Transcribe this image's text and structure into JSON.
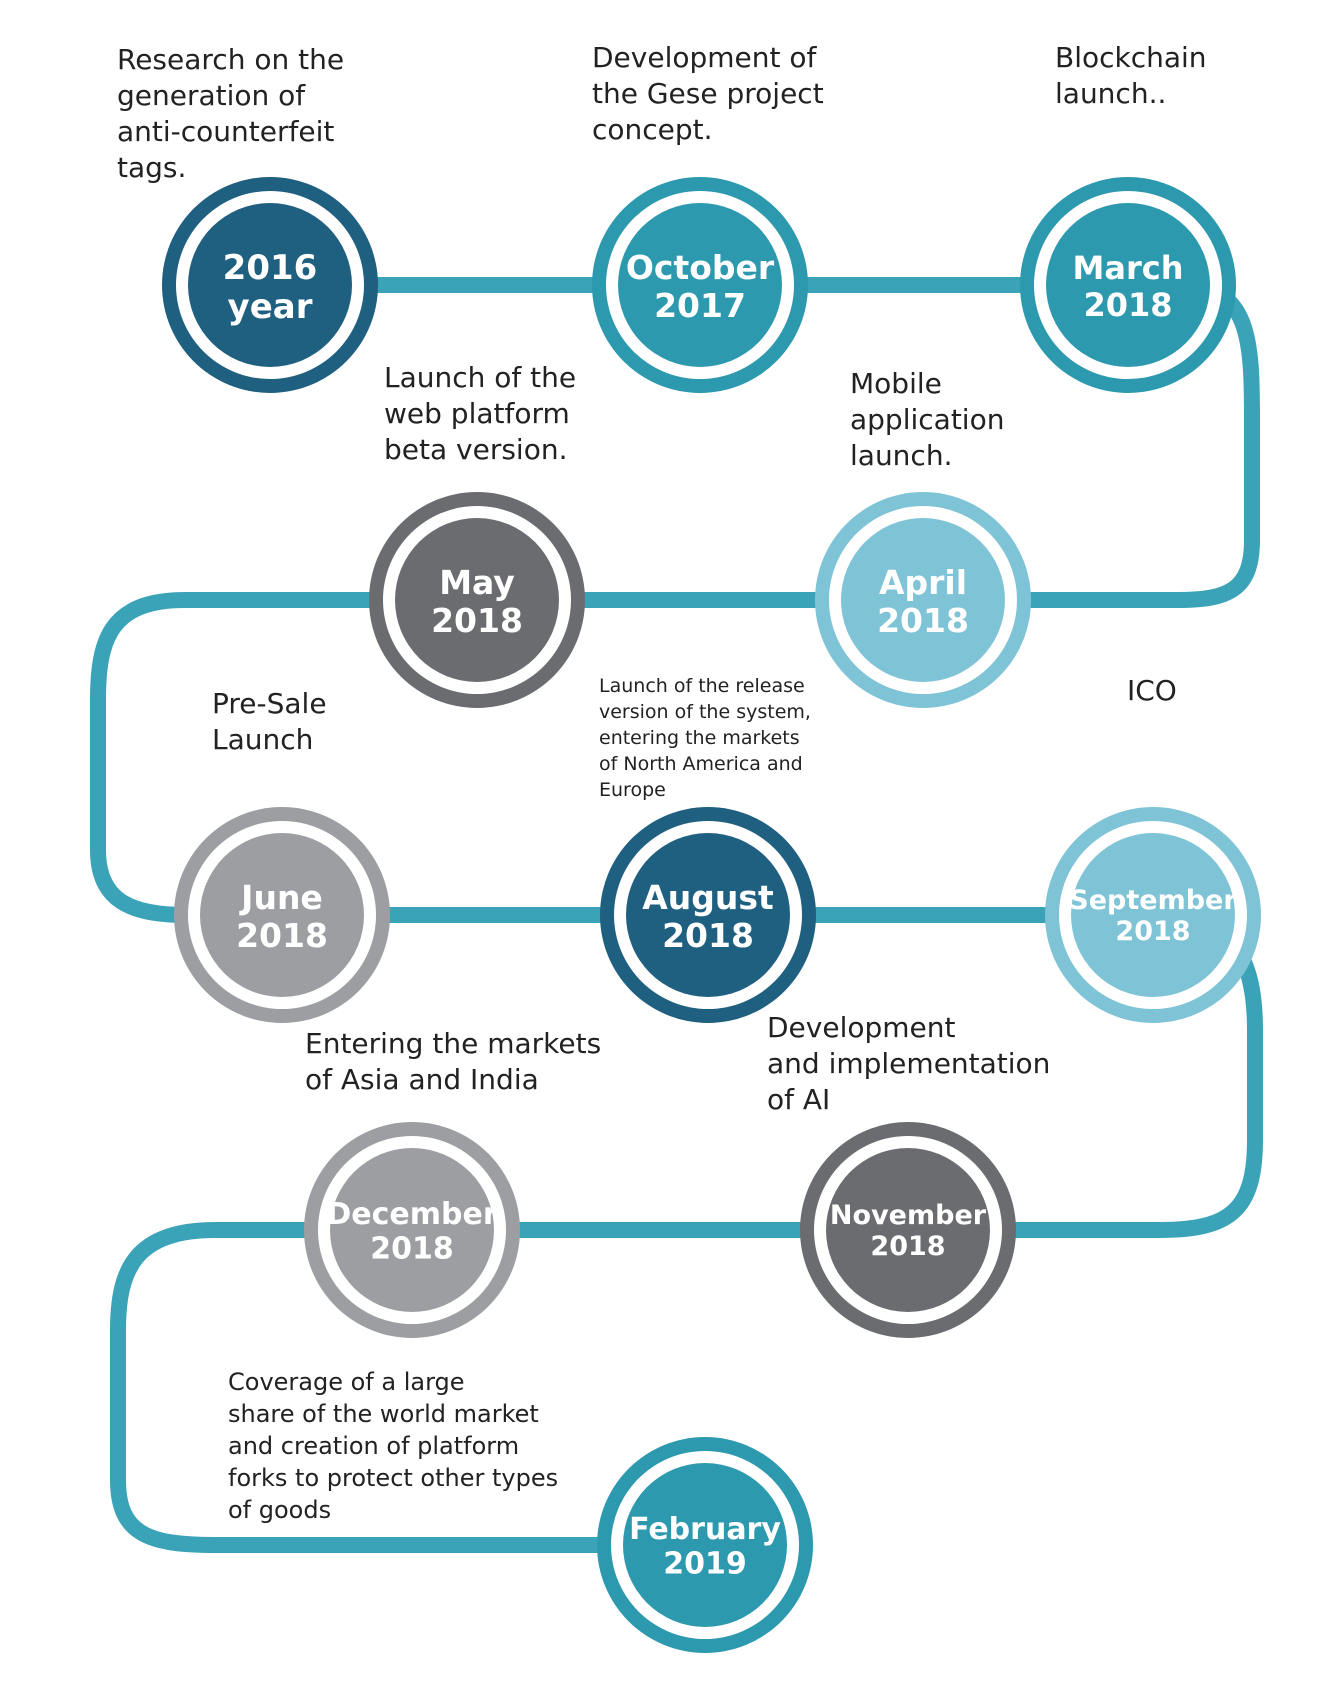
{
  "colors": {
    "path": "#3aa3b8",
    "dark_blue": "#1f5f80",
    "teal": "#2d99ae",
    "light_blue": "#7fc4d6",
    "dark_gray": "#6b6c70",
    "light_gray": "#9c9ea2"
  },
  "milestones": [
    {
      "line1": "2016",
      "line2": "year",
      "color": "dark_blue"
    },
    {
      "line1": "October",
      "line2": "2017",
      "color": "teal"
    },
    {
      "line1": "March",
      "line2": "2018",
      "color": "teal"
    },
    {
      "line1": "April",
      "line2": "2018",
      "color": "light_blue"
    },
    {
      "line1": "May",
      "line2": "2018",
      "color": "dark_gray"
    },
    {
      "line1": "June",
      "line2": "2018",
      "color": "light_gray"
    },
    {
      "line1": "August",
      "line2": "2018",
      "color": "dark_blue"
    },
    {
      "line1": "September",
      "line2": "2018",
      "color": "light_blue"
    },
    {
      "line1": "November",
      "line2": "2018",
      "color": "dark_gray"
    },
    {
      "line1": "December",
      "line2": "2018",
      "color": "light_gray"
    },
    {
      "line1": "February",
      "line2": "2019",
      "color": "teal"
    }
  ],
  "descriptions": {
    "research": "Research on the\ngeneration of\nanti-counterfeit\ntags.",
    "development": "Development of\nthe Gese project\nconcept.",
    "blockchain": "Blockchain\nlaunch..",
    "web_beta": "Launch of the\nweb platform\nbeta version.",
    "mobile": "Mobile\napplication\nlaunch.",
    "presale": "Pre-Sale\nLaunch",
    "release": "Launch of the release\nversion of the system,\nentering the markets\nof North America and\nEurope",
    "ico": "ICO",
    "asia": "Entering the markets\nof Asia and India",
    "ai": "Development\nand implementation\nof AI",
    "coverage": "Coverage of a large\nshare of the world market\nand creation of platform\nforks to protect other types\nof goods"
  }
}
